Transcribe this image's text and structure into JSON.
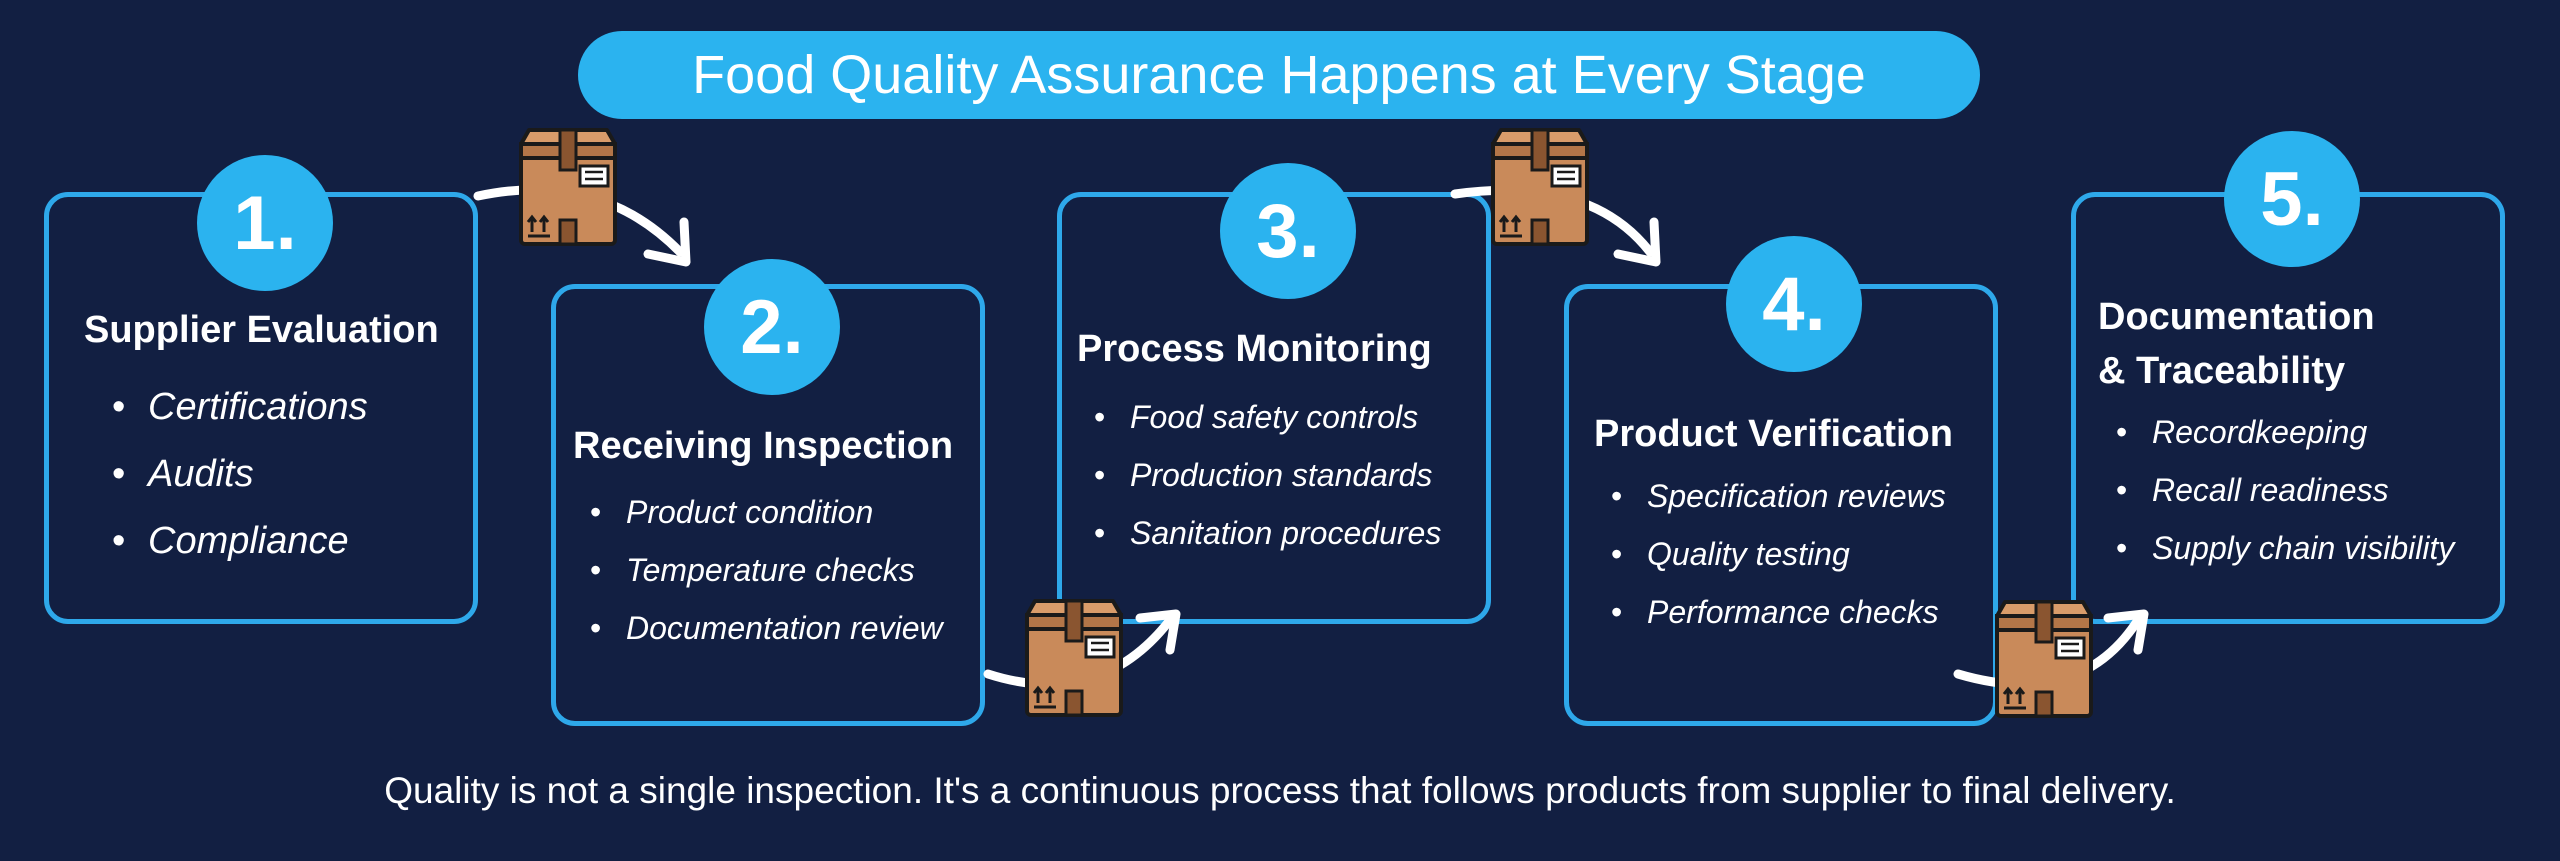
{
  "title": "Food Quality Assurance Happens at Every Stage",
  "stages": [
    {
      "number": "1.",
      "heading": [
        "Supplier Evaluation"
      ],
      "items": [
        "Certifications",
        "Audits",
        "Compliance"
      ]
    },
    {
      "number": "2.",
      "heading": [
        "Receiving Inspection"
      ],
      "items": [
        "Product condition",
        "Temperature checks",
        "Documentation review"
      ]
    },
    {
      "number": "3.",
      "heading": [
        "Process Monitoring"
      ],
      "items": [
        "Food safety controls",
        "Production standards",
        "Sanitation procedures"
      ]
    },
    {
      "number": "4.",
      "heading": [
        "Product Verification"
      ],
      "items": [
        "Specification reviews",
        "Quality testing",
        "Performance checks"
      ]
    },
    {
      "number": "5.",
      "heading": [
        "Documentation",
        "& Traceability"
      ],
      "items": [
        "Recordkeeping",
        "Recall readiness",
        "Supply chain visibility"
      ]
    }
  ],
  "connector_icon": "shipping-box-icon",
  "colors": {
    "background": "#121f42",
    "accent": "#2bb3ef",
    "border": "#2ea8ea",
    "text": "#ffffff",
    "box": "#c98a5a"
  },
  "footer": "Quality is not a single inspection. It's a continuous process that follows products from supplier to final delivery."
}
